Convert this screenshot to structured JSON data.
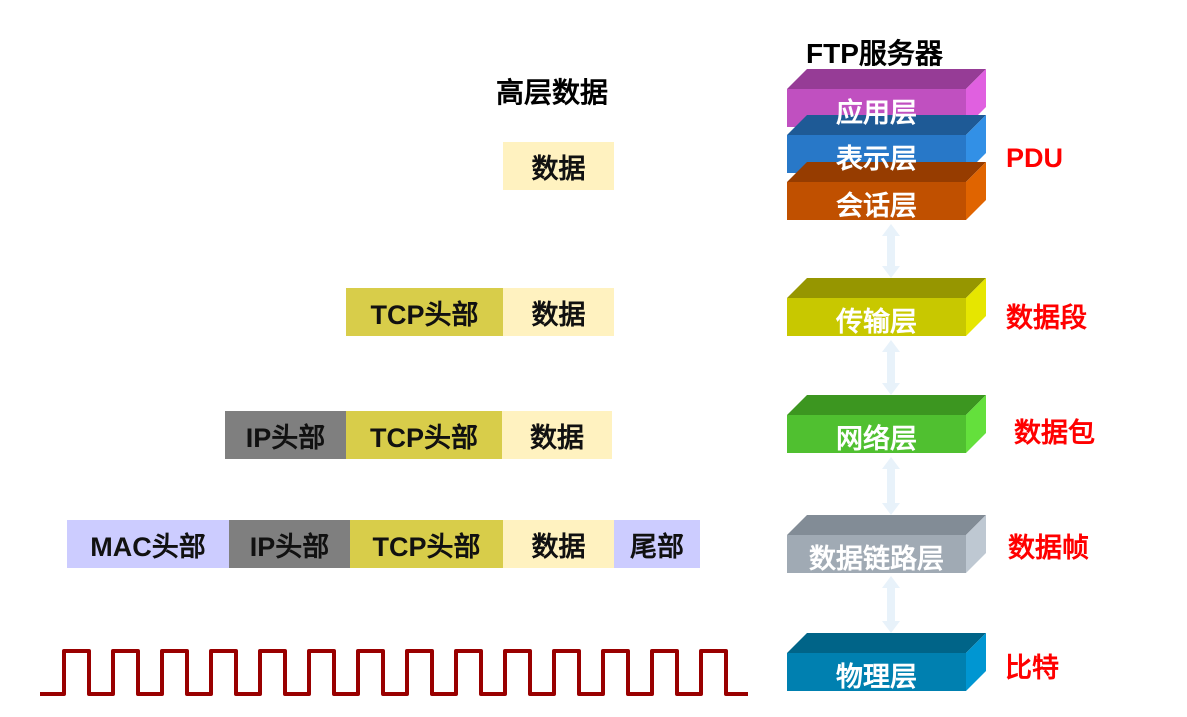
{
  "server_title": "FTP服务器",
  "upper_data_title": "高层数据",
  "rows": {
    "r1": {
      "data": "数据"
    },
    "r2": {
      "tcp": "TCP头部",
      "data": "数据"
    },
    "r3": {
      "ip": "IP头部",
      "tcp": "TCP头部",
      "data": "数据"
    },
    "r4": {
      "mac": "MAC头部",
      "ip": "IP头部",
      "tcp": "TCP头部",
      "data": "数据",
      "trailer": "尾部"
    }
  },
  "layers": [
    {
      "name": "应用层",
      "front": "#c050c0",
      "top": "#963c96",
      "side": "#e060e0"
    },
    {
      "name": "表示层",
      "front": "#2878c8",
      "top": "#1e5a96",
      "side": "#3290e6"
    },
    {
      "name": "会话层",
      "front": "#c05000",
      "top": "#963c00",
      "side": "#e06400"
    },
    {
      "name": "传输层",
      "front": "#c8c800",
      "top": "#969600",
      "side": "#e6e600"
    },
    {
      "name": "网络层",
      "front": "#50c030",
      "top": "#3c9620",
      "side": "#64e03c"
    },
    {
      "name": "数据链路层",
      "front": "#a0aab4",
      "top": "#828c96",
      "side": "#bec8d2"
    },
    {
      "name": "物理层",
      "front": "#0080b0",
      "top": "#006488",
      "side": "#0096d2"
    }
  ],
  "pdu_labels": {
    "session": "PDU",
    "transport": "数据段",
    "network": "数据包",
    "datalink": "数据帧",
    "physical": "比特"
  },
  "colors": {
    "data": "#fff2c0",
    "tcp": "#d8cd4a",
    "ip": "#7f7f7f",
    "mac": "#ccccff",
    "wave": "#990000",
    "pdu": "#ff0000"
  }
}
